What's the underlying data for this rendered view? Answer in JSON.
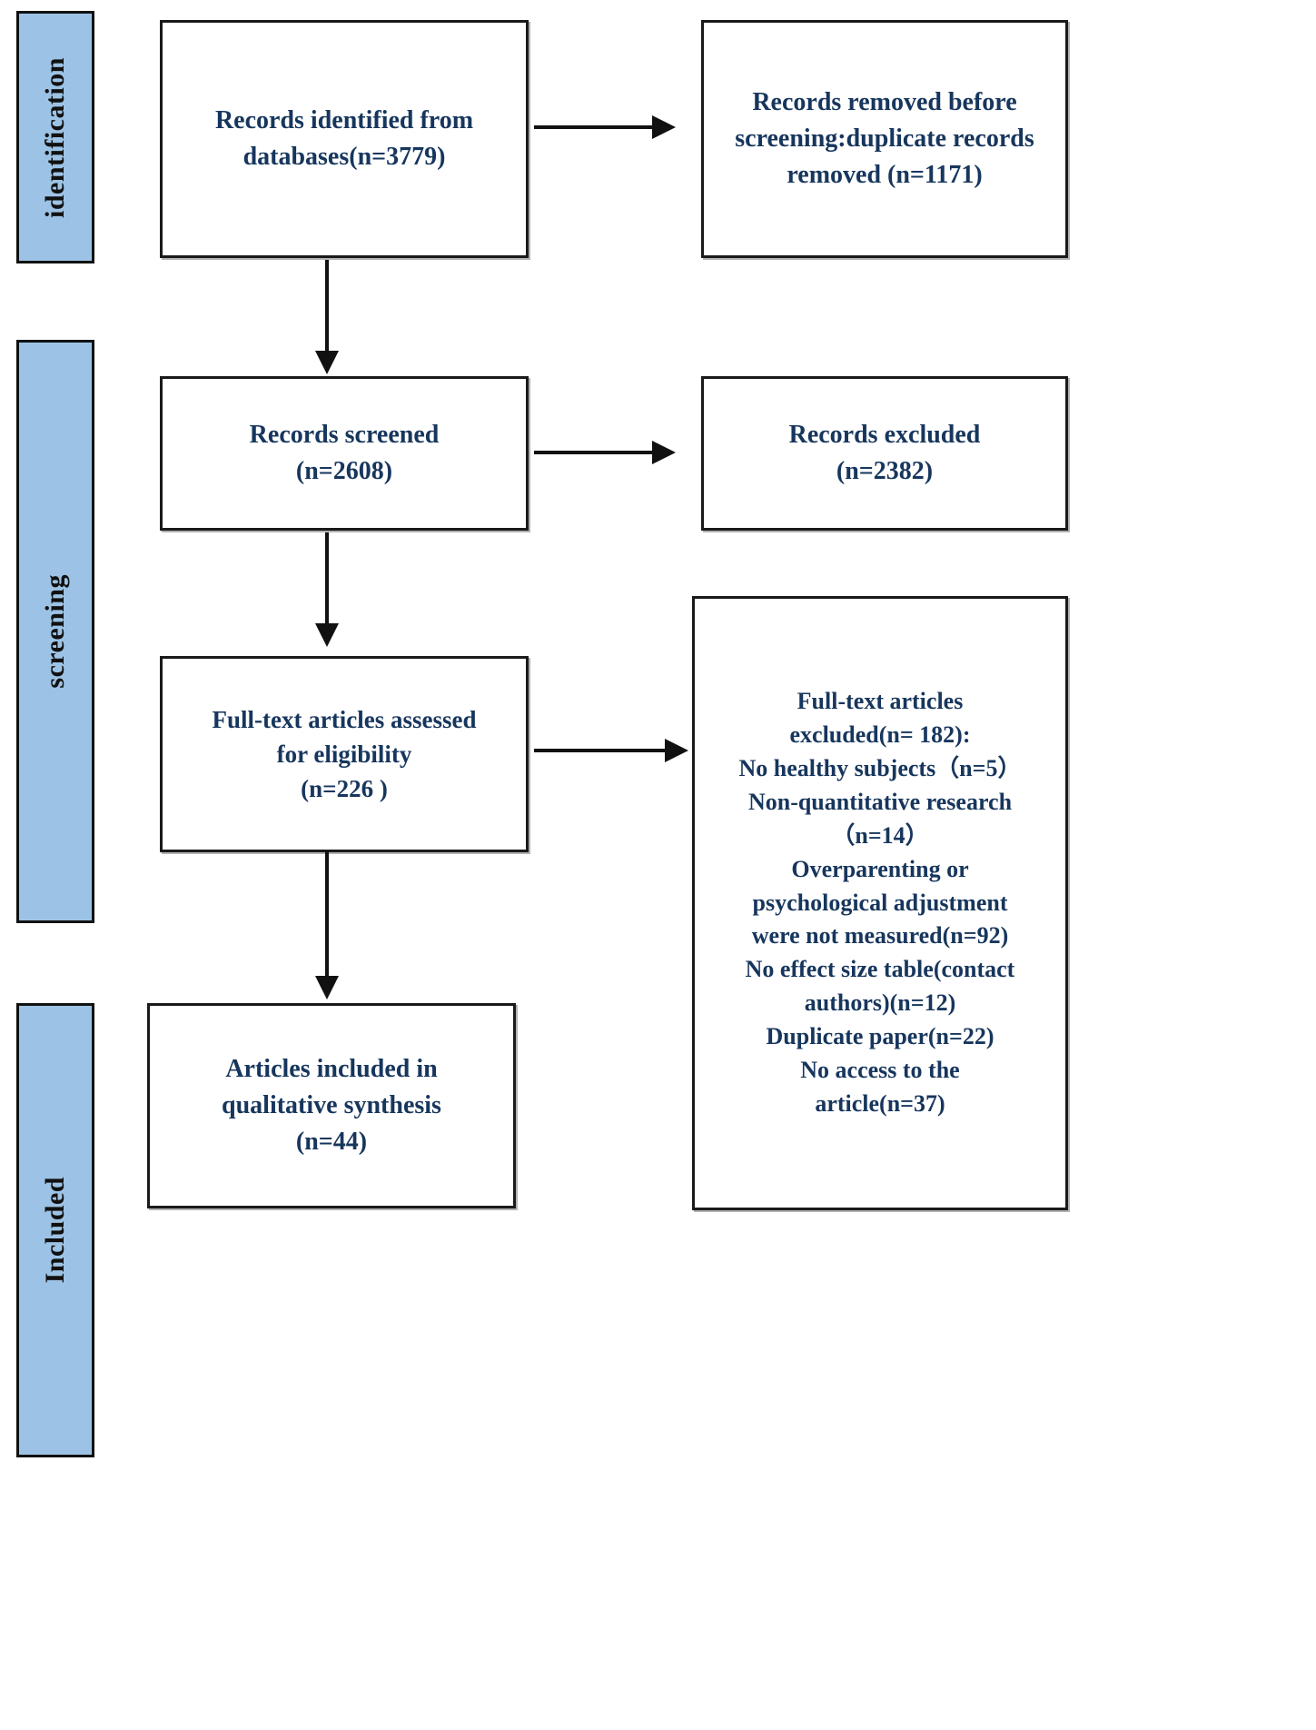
{
  "diagram": {
    "type": "prisma-flow-diagram",
    "colors": {
      "stage_fill": "#9CC3E5",
      "stage_border": "#111111",
      "box_border": "#1A1A1A",
      "text": "#17365D",
      "arrow": "#111111",
      "background": "#FFFFFF"
    },
    "stages": [
      {
        "id": "identification",
        "label": "identification"
      },
      {
        "id": "screening",
        "label": "screening"
      },
      {
        "id": "included",
        "label": "Included"
      }
    ],
    "boxes": [
      {
        "id": "records-identified",
        "lines": [
          "Records identified from",
          "databases(n=3779)"
        ]
      },
      {
        "id": "records-removed",
        "lines": [
          "Records removed before",
          "screening:duplicate records",
          "removed    (n=1171)"
        ]
      },
      {
        "id": "records-screened",
        "lines": [
          "Records screened",
          "(n=2608)"
        ]
      },
      {
        "id": "records-excluded",
        "lines": [
          "Records excluded",
          "(n=2382)"
        ]
      },
      {
        "id": "fulltext-assessed",
        "lines": [
          "Full-text articles assessed",
          "for eligibility",
          "(n=226 )"
        ]
      },
      {
        "id": "fulltext-excluded",
        "lines": [
          "Full-text articles",
          "excluded(n= 182):",
          "No healthy subjects（n=5）",
          "Non-quantitative research",
          "（n=14）",
          "Overparenting or",
          "psychological adjustment",
          "were not measured(n=92)",
          "No effect size table(contact",
          "authors)(n=12)",
          "Duplicate paper(n=22)",
          "No access to the",
          "article(n=37)"
        ]
      },
      {
        "id": "articles-included",
        "lines": [
          "Articles included in",
          "qualitative synthesis",
          "(n=44)"
        ]
      }
    ],
    "arrows": [
      {
        "id": "identified-to-removed",
        "direction": "right"
      },
      {
        "id": "identified-to-screened",
        "direction": "down"
      },
      {
        "id": "screened-to-excluded",
        "direction": "right"
      },
      {
        "id": "screened-to-fulltext",
        "direction": "down"
      },
      {
        "id": "fulltext-to-excluded",
        "direction": "right"
      },
      {
        "id": "fulltext-to-included",
        "direction": "down"
      }
    ]
  }
}
